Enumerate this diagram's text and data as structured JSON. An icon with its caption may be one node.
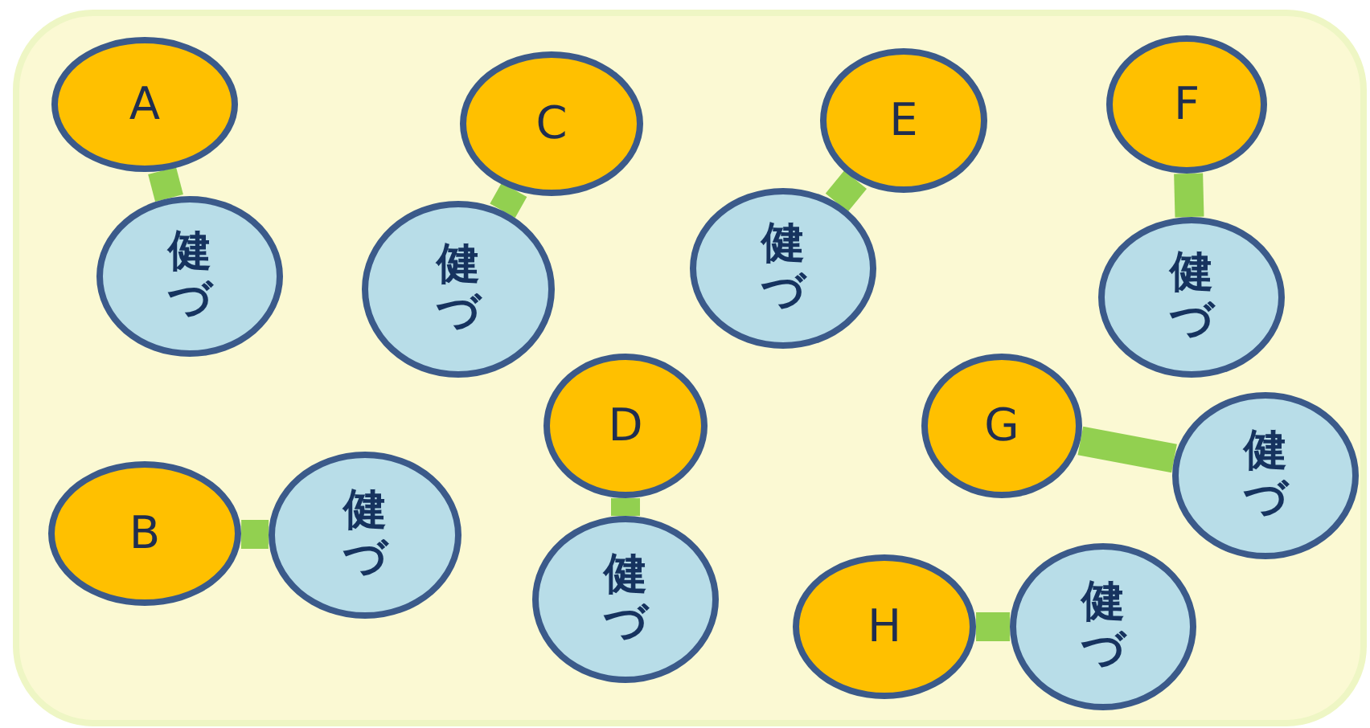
{
  "diagram": {
    "nodes": [
      {
        "text": [
          "A"
        ]
      },
      {
        "text": [
          "健づ"
        ]
      },
      {
        "text": [
          "B"
        ]
      },
      {
        "text": [
          "健づ"
        ]
      },
      {
        "text": [
          "C"
        ]
      },
      {
        "text": [
          "健づ"
        ]
      },
      {
        "text": [
          "D"
        ]
      },
      {
        "text": [
          "健づ"
        ]
      },
      {
        "text": [
          "E"
        ]
      },
      {
        "text": [
          "健づ"
        ]
      },
      {
        "text": [
          "F"
        ]
      },
      {
        "text": [
          "健づ"
        ]
      },
      {
        "text": [
          "G"
        ]
      },
      {
        "text": [
          "健づ"
        ]
      },
      {
        "text": [
          "H"
        ]
      },
      {
        "text": [
          "健づ"
        ]
      }
    ],
    "edges": [
      {
        "from": 0,
        "to": 1,
        "arrow": "none"
      },
      {
        "from": 2,
        "to": 3,
        "arrow": "none"
      },
      {
        "from": 4,
        "to": 5,
        "arrow": "none"
      },
      {
        "from": 6,
        "to": 7,
        "arrow": "none"
      },
      {
        "from": 8,
        "to": 9,
        "arrow": "none"
      },
      {
        "from": 10,
        "to": 11,
        "arrow": "none"
      },
      {
        "from": 12,
        "to": 13,
        "arrow": "none"
      },
      {
        "from": 14,
        "to": 15,
        "arrow": "none"
      }
    ]
  }
}
